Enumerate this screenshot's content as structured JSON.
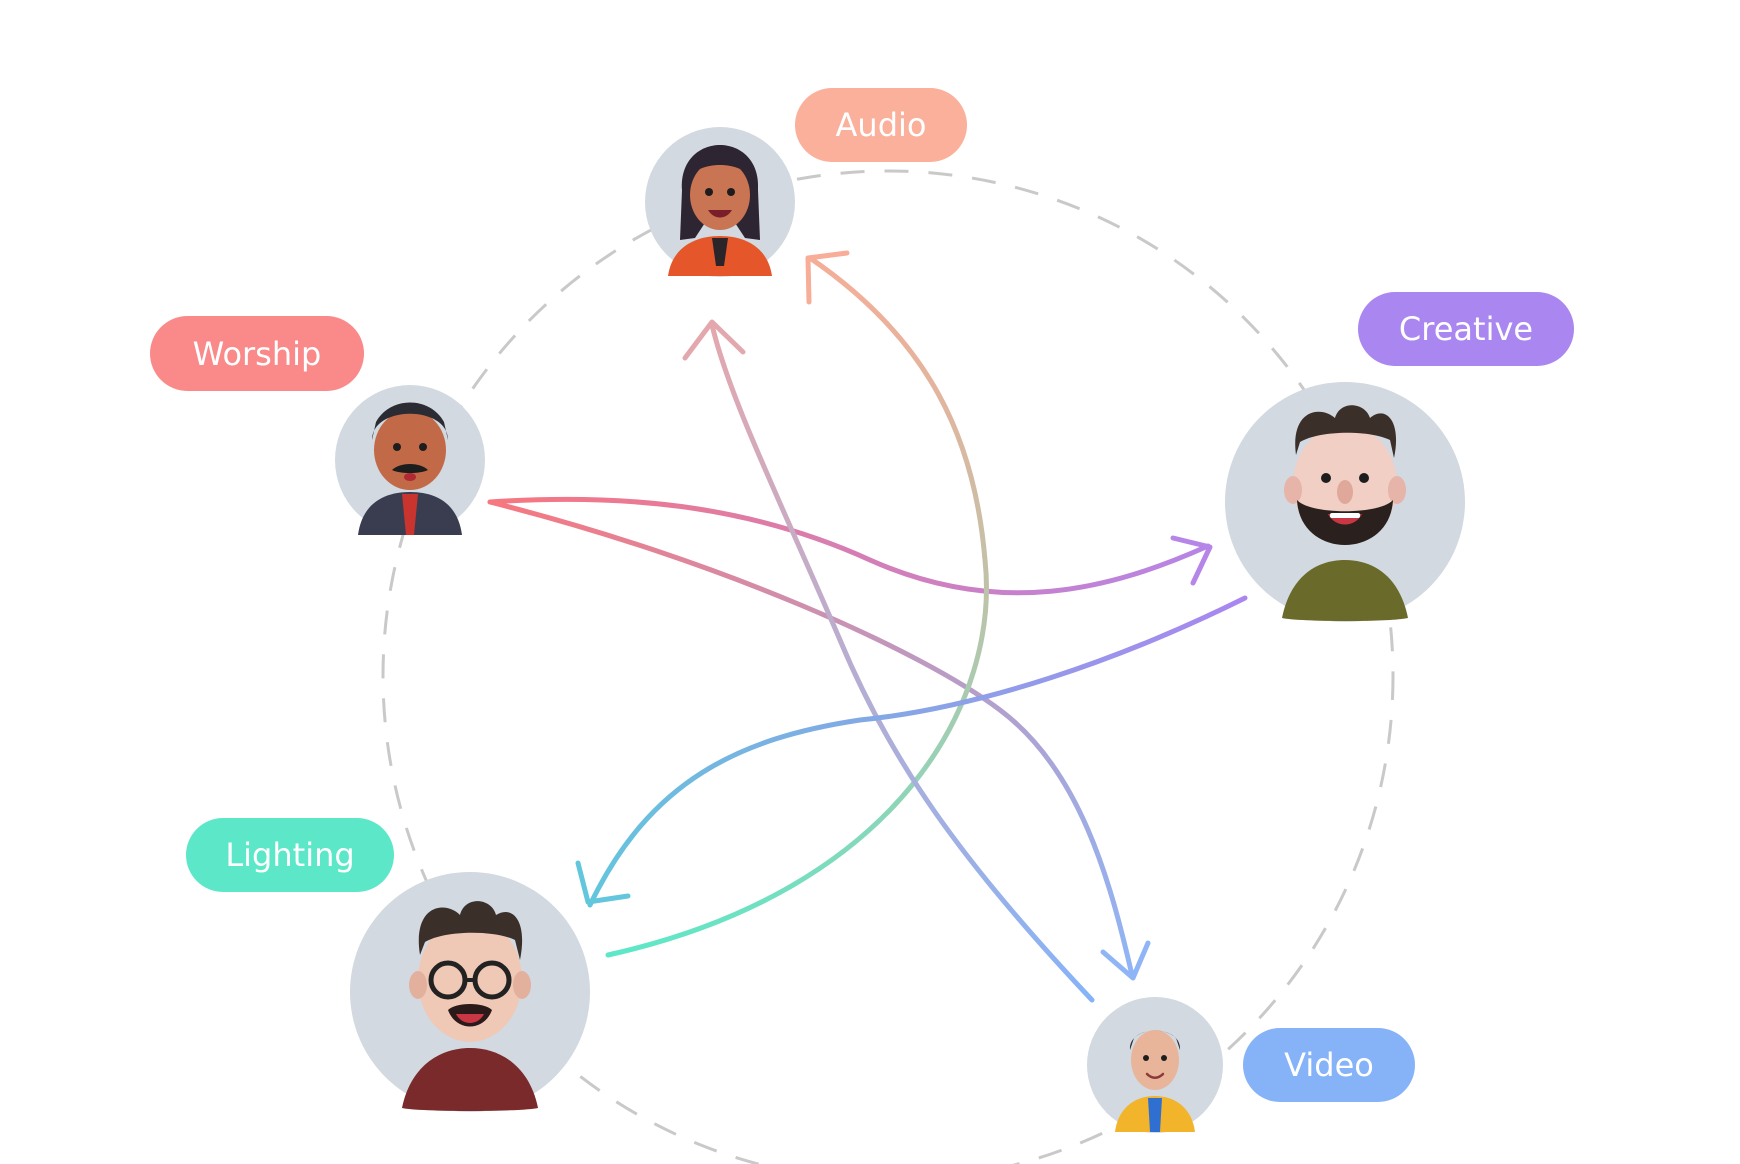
{
  "colors": {
    "worship": "#f98a89",
    "audio": "#fab09b",
    "creative": "#aa86f0",
    "lighting": "#5ce8c8",
    "video": "#86b3f8",
    "avatar_bg": "#d2d9e1",
    "ring": "#c9c9c9"
  },
  "teams": [
    {
      "id": "worship",
      "label": "Worship",
      "avatar_icon": "man-mustache-red-tie-avatar-icon"
    },
    {
      "id": "audio",
      "label": "Audio",
      "avatar_icon": "woman-orange-jacket-avatar-icon"
    },
    {
      "id": "creative",
      "label": "Creative",
      "avatar_icon": "bearded-man-olive-sweater-avatar-icon"
    },
    {
      "id": "lighting",
      "label": "Lighting",
      "avatar_icon": "man-glasses-maroon-sweater-avatar-icon"
    },
    {
      "id": "video",
      "label": "Video",
      "avatar_icon": "man-yellow-jacket-blue-tie-avatar-icon"
    }
  ],
  "connections": [
    {
      "from": "worship",
      "to": "creative"
    },
    {
      "from": "worship",
      "to": "video"
    },
    {
      "from": "lighting",
      "to": "audio"
    },
    {
      "from": "video",
      "to": "audio"
    },
    {
      "from": "creative",
      "to": "lighting"
    }
  ]
}
